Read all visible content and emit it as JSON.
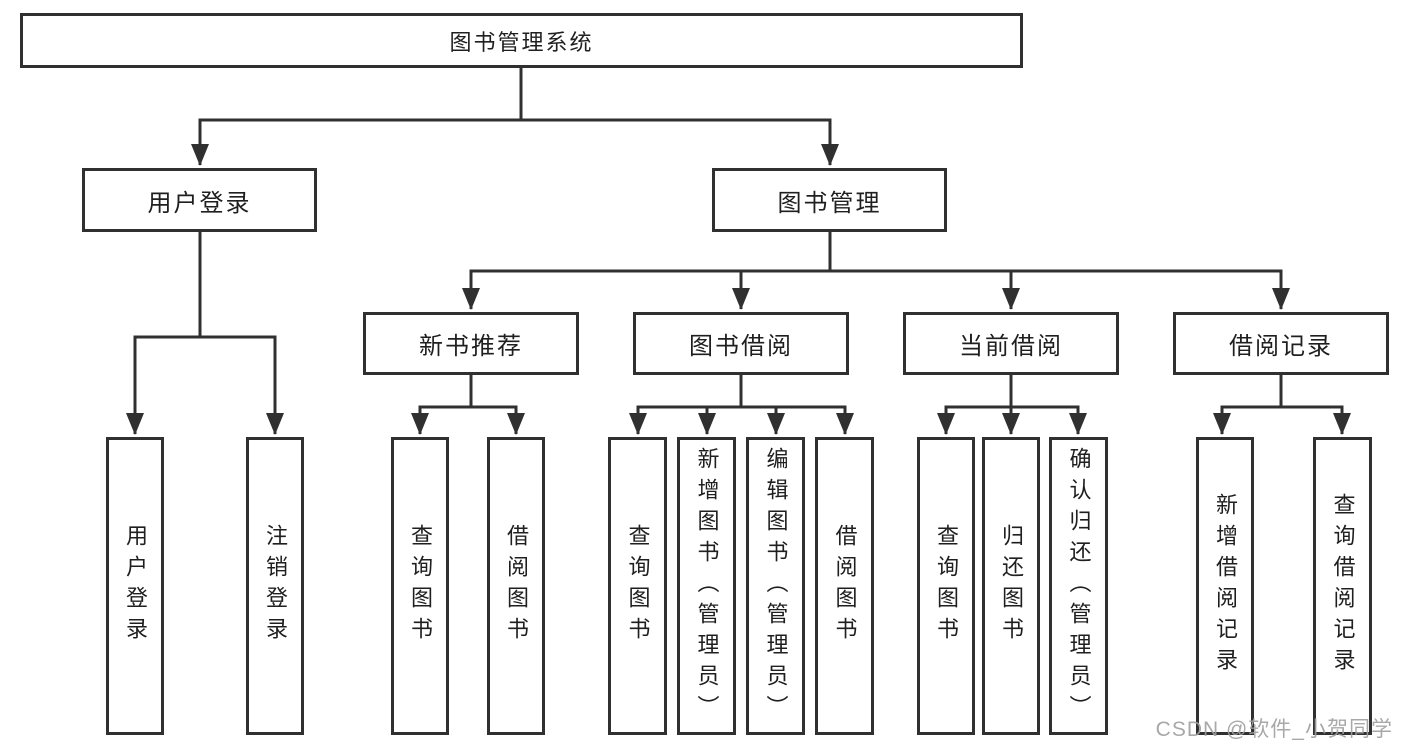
{
  "diagram": {
    "type": "tree",
    "line_color": "#303030",
    "box_border_color": "#303030",
    "text_color": "#1f1f1f",
    "background": "#ffffff"
  },
  "tree": {
    "root": {
      "label": "图书管理系统",
      "children": [
        {
          "label": "用户登录",
          "children": [
            {
              "label": "用户登录"
            },
            {
              "label": "注销登录"
            }
          ]
        },
        {
          "label": "图书管理",
          "children": [
            {
              "label": "新书推荐",
              "children": [
                {
                  "label": "查询图书"
                },
                {
                  "label": "借阅图书"
                }
              ]
            },
            {
              "label": "图书借阅",
              "children": [
                {
                  "label": "查询图书"
                },
                {
                  "label": "新增图书（管理员）"
                },
                {
                  "label": "编辑图书（管理员）"
                },
                {
                  "label": "借阅图书"
                }
              ]
            },
            {
              "label": "当前借阅",
              "children": [
                {
                  "label": "查询图书"
                },
                {
                  "label": "归还图书"
                },
                {
                  "label": "确认归还（管理员）"
                }
              ]
            },
            {
              "label": "借阅记录",
              "children": [
                {
                  "label": "新增借阅记录"
                },
                {
                  "label": "查询借阅记录"
                }
              ]
            }
          ]
        }
      ]
    }
  },
  "watermark": {
    "text": "CSDN @软件_小贺同学",
    "color": "#9f9f9f"
  }
}
